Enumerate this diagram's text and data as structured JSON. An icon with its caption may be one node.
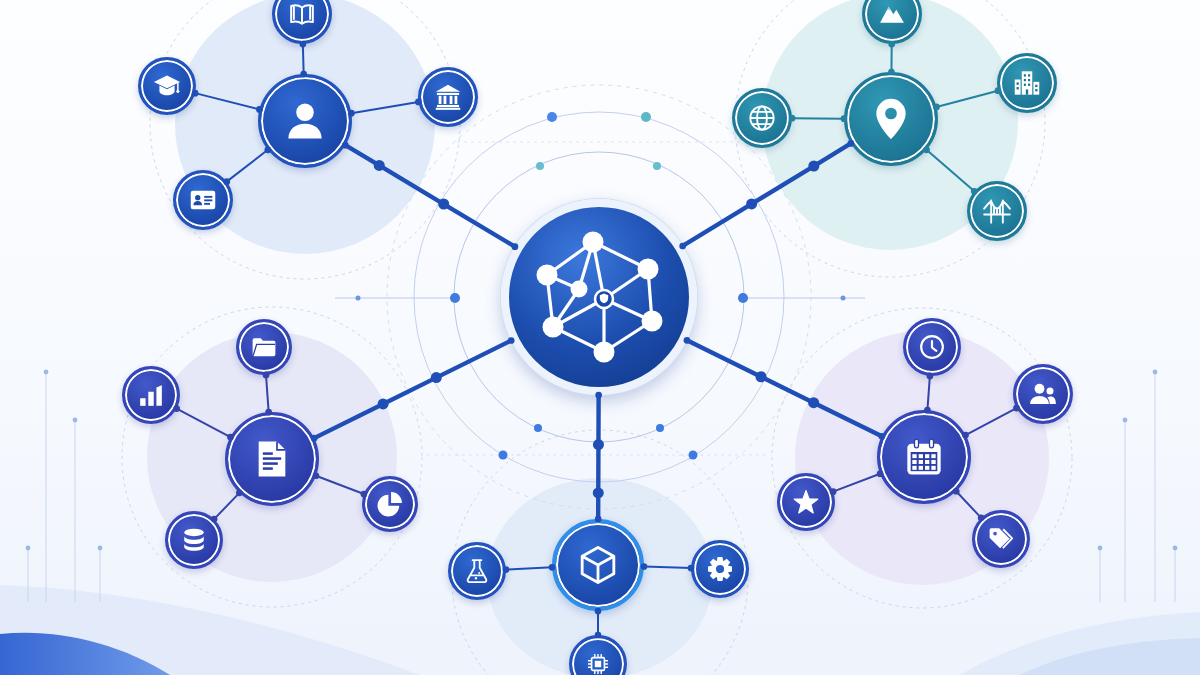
{
  "diagram": {
    "nodes": [
      {
        "text": [],
        "shape": "circle"
      },
      {
        "text": [],
        "shape": "circle"
      },
      {
        "text": [],
        "shape": "circle"
      },
      {
        "text": [],
        "shape": "circle"
      },
      {
        "text": [],
        "shape": "circle"
      },
      {
        "text": [],
        "shape": "circle"
      },
      {
        "text": [],
        "shape": "circle"
      },
      {
        "text": [],
        "shape": "circle"
      },
      {
        "text": [],
        "shape": "circle"
      },
      {
        "text": [],
        "shape": "circle"
      },
      {
        "text": [],
        "shape": "circle"
      },
      {
        "text": [],
        "shape": "circle"
      },
      {
        "text": [],
        "shape": "circle"
      },
      {
        "text": [],
        "shape": "circle"
      },
      {
        "text": [],
        "shape": "circle"
      },
      {
        "text": [],
        "shape": "circle"
      },
      {
        "text": [],
        "shape": "circle"
      },
      {
        "text": [],
        "shape": "circle"
      },
      {
        "text": [],
        "shape": "circle"
      },
      {
        "text": [],
        "shape": "circle"
      },
      {
        "text": [],
        "shape": "circle"
      },
      {
        "text": [],
        "shape": "circle"
      },
      {
        "text": [],
        "shape": "circle"
      },
      {
        "text": [],
        "shape": "circle"
      },
      {
        "text": [],
        "shape": "circle"
      }
    ],
    "edges": [
      {
        "from": 0,
        "to": 1,
        "arrow": "other",
        "style": "thick"
      },
      {
        "from": 0,
        "to": 6,
        "arrow": "other",
        "style": "thick"
      },
      {
        "from": 0,
        "to": 11,
        "arrow": "other",
        "style": "thick"
      },
      {
        "from": 0,
        "to": 16,
        "arrow": "other",
        "style": "thick"
      },
      {
        "from": 0,
        "to": 21,
        "arrow": "other",
        "style": "thick"
      },
      {
        "from": 1,
        "to": 2,
        "arrow": "other"
      },
      {
        "from": 1,
        "to": 3,
        "arrow": "other"
      },
      {
        "from": 1,
        "to": 4,
        "arrow": "other"
      },
      {
        "from": 1,
        "to": 5,
        "arrow": "other"
      },
      {
        "from": 6,
        "to": 7,
        "arrow": "other",
        "color": "#24819f"
      },
      {
        "from": 6,
        "to": 8,
        "arrow": "other",
        "color": "#24819f"
      },
      {
        "from": 6,
        "to": 9,
        "arrow": "other",
        "color": "#24819f"
      },
      {
        "from": 6,
        "to": 10,
        "arrow": "other",
        "color": "#24819f"
      },
      {
        "from": 11,
        "to": 12,
        "arrow": "other",
        "color": "#3444a8"
      },
      {
        "from": 11,
        "to": 13,
        "arrow": "other",
        "color": "#3444a8"
      },
      {
        "from": 11,
        "to": 14,
        "arrow": "other",
        "color": "#3444a8"
      },
      {
        "from": 11,
        "to": 15,
        "arrow": "other",
        "color": "#3444a8"
      },
      {
        "from": 16,
        "to": 17,
        "arrow": "other",
        "color": "#3444a8"
      },
      {
        "from": 16,
        "to": 18,
        "arrow": "other",
        "color": "#3444a8"
      },
      {
        "from": 16,
        "to": 19,
        "arrow": "other",
        "color": "#3444a8"
      },
      {
        "from": 16,
        "to": 20,
        "arrow": "other",
        "color": "#3444a8"
      },
      {
        "from": 21,
        "to": 22,
        "arrow": "other"
      },
      {
        "from": 21,
        "to": 23,
        "arrow": "other"
      },
      {
        "from": 21,
        "to": 24,
        "arrow": "other"
      }
    ]
  }
}
